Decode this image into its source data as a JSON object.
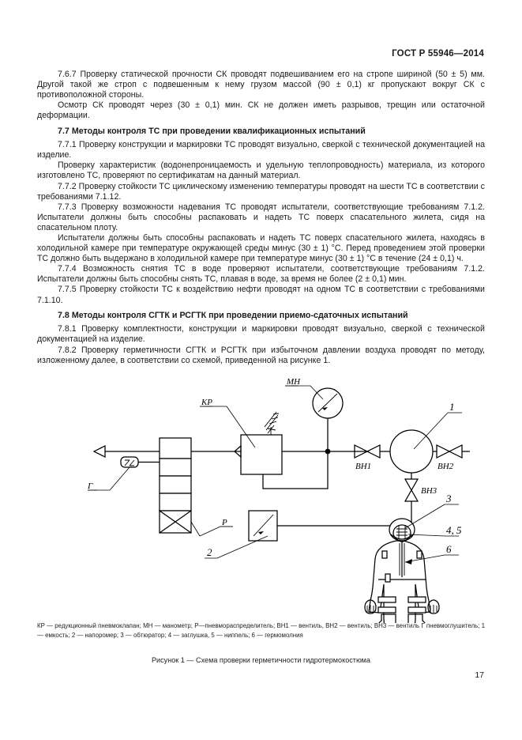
{
  "header": {
    "standard": "ГОСТ Р 55946—2014"
  },
  "body": {
    "paragraphs": [
      {
        "id": "p-7-6-7",
        "text": "7.6.7  Проверку статической прочности СК проводят подвешиванием его на стропе шириной (50 ± 5) мм. Другой такой же строп с подвешенным к нему грузом массой (90 ± 0,1) кг пропускают вокруг СК с противоположной стороны."
      },
      {
        "id": "p-osmotr",
        "text": "Осмотр СК проводят через (30 ± 0,1) мин. СК не должен иметь разрывов, трещин или остаточной деформации."
      }
    ],
    "heading_7_7": "7.7  Методы контроля ТС при проведении квалификационных испытаний",
    "paragraphs_7_7": [
      {
        "id": "p-7-7-1",
        "text": "7.7.1  Проверку конструкции и маркировки ТС проводят визуально, сверкой с технической документацией на изделие."
      },
      {
        "id": "p-7-7-1b",
        "text": "Проверку характеристик (водонепроницаемость и удельную теплопроводность) материала, из которого изготовлено ТС, проверяют по сертификатам на данный материал."
      },
      {
        "id": "p-7-7-2",
        "text": "7.7.2  Проверку стойкости ТС циклическому изменению температуры проводят на шести ТС в соответствии с требованиями 7.1.12."
      },
      {
        "id": "p-7-7-3",
        "text": "7.7.3  Проверку возможности надевания ТС проводят испытатели, соответствующие требованиям 7.1.2. Испытатели должны быть способны распаковать и надеть ТС поверх спасательного жилета, сидя на спасательном плоту."
      },
      {
        "id": "p-7-7-3b",
        "text": "Испытатели должны быть способны распаковать и надеть ТС поверх спасательного жилета, находясь в холодильной камере при температуре окружающей среды минус (30 ± 1) °С. Перед проведением этой проверки ТС должно быть выдержано в холодильной камере при температуре минус (30 ± 1) °С в течение (24 ± 0,1) ч."
      },
      {
        "id": "p-7-7-4",
        "text": "7.7.4  Возможность снятия ТС в воде проверяют испытатели, соответствующие требованиям 7.1.2. Испытатели должны быть способны снять ТС, плавая в воде, за время не более (2 ± 0,1) мин."
      },
      {
        "id": "p-7-7-5",
        "text": "7.7.5  Проверку стойкости ТС к воздействию нефти проводят на одном ТС в соответствии с требованиями 7.1.10."
      }
    ],
    "heading_7_8": "7.8  Методы контроля СГТК и РСГТК при проведении приемо-сдаточных испытаний",
    "paragraphs_7_8": [
      {
        "id": "p-7-8-1",
        "text": "7.8.1  Проверку комплектности, конструкции и маркировки проводят визуально, сверкой с технической документацией на изделие."
      },
      {
        "id": "p-7-8-2",
        "text": "7.8.2  Проверку герметичности СГТК и РСГТК при избыточном давлении воздуха проводят по методу, изложенному далее, в соответствии со схемой, приведенной на рисунке 1."
      }
    ]
  },
  "figure": {
    "labels": {
      "manometer": "МН",
      "reducer": "КР",
      "distributor": "Р",
      "silencer": "Г",
      "valve1": "ВН1",
      "valve2": "ВН2",
      "valve3": "ВН3",
      "item1": "1",
      "item2": "2",
      "item3": "3",
      "item45": "4, 5",
      "item6": "6"
    },
    "legend": "КР — редукционный пневмоклапан; МН — манометр; Р—пневмораспределитель; ВН1 — вентиль, ВН2 — вентиль; ВН3 — вентиль Г пневмоглушитель; 1 — емкость; 2 — напоромер; 3 — обтюратор; 4 — заглушка, 5 — ниппель; 6 — гермомолния",
    "caption": "Рисунок 1 —  Схема проверки герметичности гидротермокостюма"
  },
  "footer": {
    "page_number": "17"
  },
  "colors": {
    "ink": "#1a1a1a",
    "line": "#000000",
    "paper": "#ffffff"
  }
}
